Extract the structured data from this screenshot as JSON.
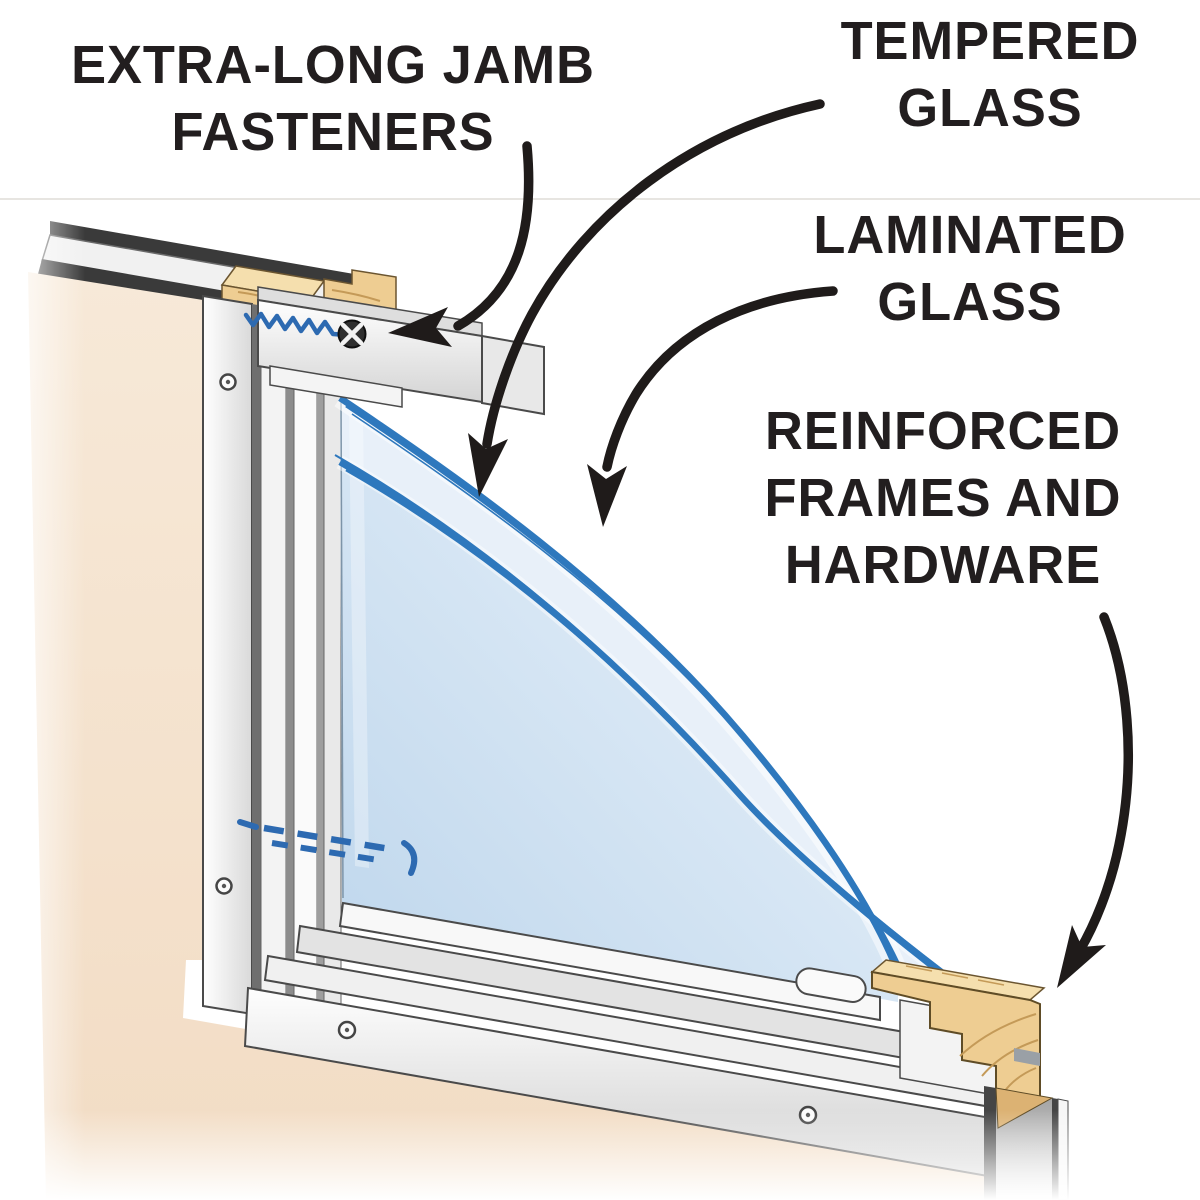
{
  "labels": {
    "jamb": {
      "line1": "EXTRA-LONG JAMB",
      "line2": "FASTENERS"
    },
    "tempered": {
      "line1": "TEMPERED",
      "line2": "GLASS"
    },
    "laminated": {
      "line1": "LAMINATED",
      "line2": "GLASS"
    },
    "reinforced": {
      "line1": "REINFORCED",
      "line2": "FRAMES AND",
      "line3": "HARDWARE"
    }
  },
  "illustration": {
    "subject": "security-window-corner-cutaway",
    "parts": [
      "wall-section",
      "jamb-trim",
      "jamb-fastener-screw",
      "hidden-fastener-dashes",
      "tempered-glass-pane",
      "laminated-glass-pane",
      "sill-profiles",
      "reinforced-wood-frame-corner",
      "callout-arrows"
    ]
  },
  "theme": {
    "ink": "#221e1f",
    "arrow": "#1f1b1a",
    "divider": "#e7e5e1",
    "wall-1": "#f7e9d8",
    "wall-2": "#f2dcc4",
    "wood": "#eecd92",
    "wood-light": "#f5dfae",
    "wood-dark": "#dcb273",
    "wood-line": "#6b5530",
    "grain": "#c49a58",
    "outline": "#4a4a4a",
    "dark-strip": "#3a3a3a",
    "glass-hi": "#eff6fc",
    "glass-lo": "#bed6ec",
    "glass-band": "#e8f0f9",
    "glass-edge": "#2e78bd",
    "fastener-blue": "#2d6ab1"
  }
}
